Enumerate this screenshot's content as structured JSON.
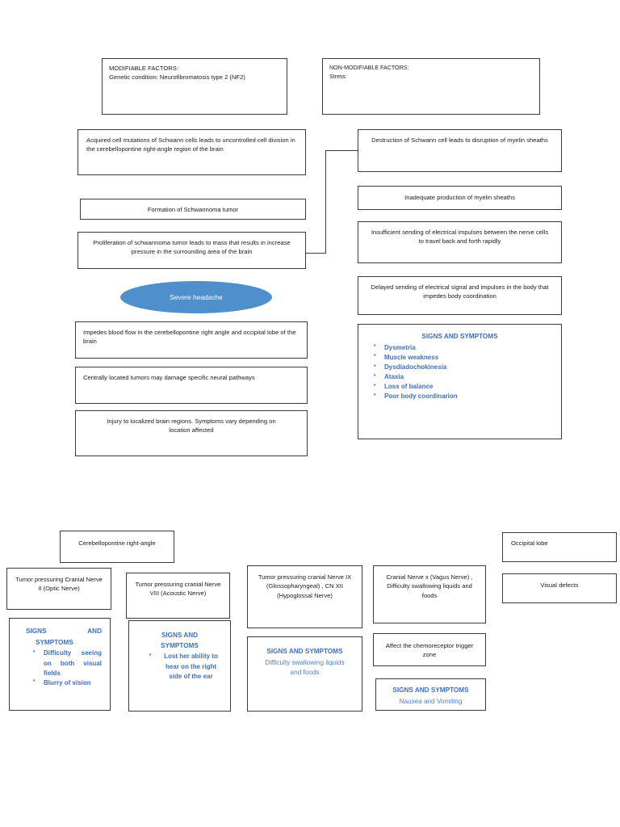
{
  "diagram": {
    "title": "Schwannoma Pathophysiology Concept Map",
    "colors": {
      "ellipse_fill": "#4f8fcc",
      "ellipse_text": "#ffffff",
      "signs_blue": "#3f6fc0",
      "box_border": "#3a3a3a",
      "background": "#ffffff"
    }
  },
  "top_row": {
    "modifiable": {
      "heading": "MODIFIABLE FACTORS:",
      "detail": "Genetic condition: Neurofibromatosis type 2 (NF2)"
    },
    "non_modifiable": {
      "heading": "NON-MODIFIABLE FACTORS:",
      "detail": "Stress"
    }
  },
  "left_chain": {
    "acquired_mutations": "Acquired cell mutations of Schwann cells leads to uncontrolled cell division in the cerebellopontine right-angle region of the brain",
    "formation": "Formation of Schwannoma tumor",
    "proliferation": "Proliferation of schwannoma tumor leads to mass that results in increase pressure in the surrounding area of the brain",
    "severe_headache": "Severe headache",
    "impedes_blood_flow": "Impedes blood flow in the cerebellopontine right angle and occipital lobe of the brain",
    "centrally_located": "Centrally located tumors may damage specific neural pathways",
    "injury_localized": "Injury to localized brain regions. Symptoms vary depending on location affected"
  },
  "right_chain": {
    "destruction": "Destruction of Schwann cell leads to disruption of myelin sheaths",
    "inadequate": "Inadequate production of myelin sheaths",
    "insufficient": "Insufficient sending of electrical impulses between the nerve cells to travel back and forth rapidly",
    "delayed": "Delayed sending of electrical signal and impulses in the body that impedes body coordination",
    "signs_symptoms": {
      "title": "SIGNS AND SYMPTOMS",
      "items": [
        "Dysmetria",
        "Muscle weakness",
        "Dysdiadochokinesia",
        "Ataxia",
        "Loss of balance",
        "Poor body coordinarion"
      ]
    }
  },
  "bottom": {
    "cerebellopontine": "Cerebellopontine right-angle",
    "occipital_lobe": "Occipital lobe",
    "visual_defects": "Visual defects",
    "col1": {
      "nerve_box": "Tumor pressuring Cranial Nerve II (Optic Nerve)",
      "signs": {
        "title_line1": "SIGNS",
        "title_and": "AND",
        "title_line2": "SYMPTOMS",
        "items": [
          "Difficulty seeing on both visual fields",
          "Blurry of vision"
        ]
      }
    },
    "col2": {
      "nerve_box": "Tumor pressuring cranial Nerve VIII (Acoustic Nerve)",
      "signs": {
        "title": "SIGNS AND SYMPTOMS",
        "items": [
          "Lost her ability to hear on the right side of the ear"
        ]
      }
    },
    "col3": {
      "nerve_box": "Tumor pressuring cranial Nerve IX (Glossopharyngeal) , CN XII (Hypoglossal Nerve)",
      "signs": {
        "title": "SIGNS AND SYMPTOMS",
        "detail": "Difficulty swallowing liquids and foods"
      }
    },
    "col4": {
      "nerve_box": "Cranial Nerve x (Vagus Nerve) , Difficulty swallowing liquids and foods",
      "chemoreceptor": "Affect the chemoreceptor trigger zone",
      "signs": {
        "title": "SIGNS AND SYMPTOMS",
        "detail": "Nausea and Vomiting"
      }
    }
  }
}
